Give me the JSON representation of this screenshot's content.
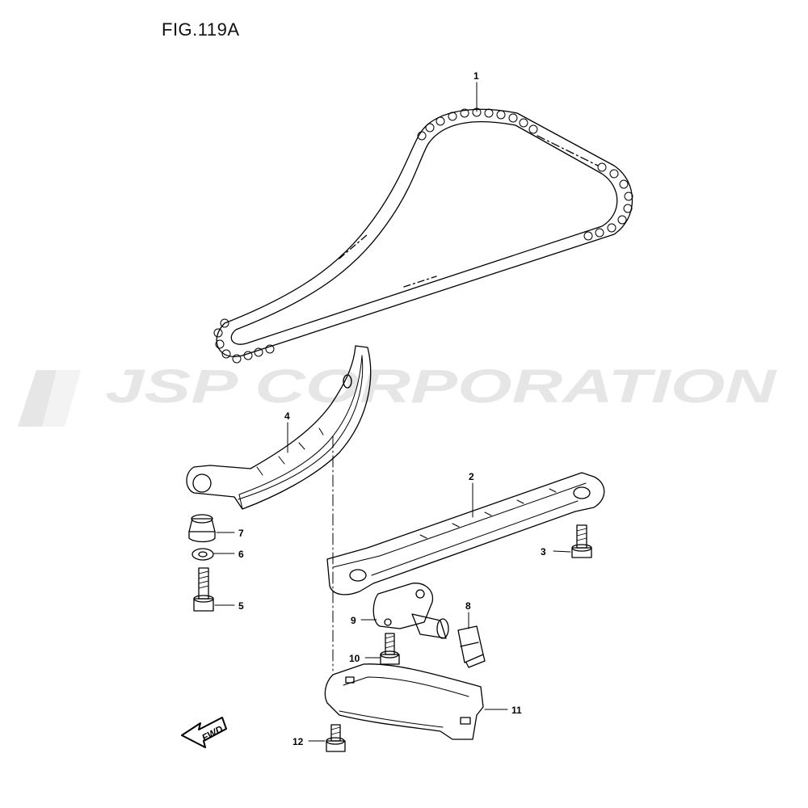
{
  "figure": {
    "title": "FIG.119A"
  },
  "watermark": {
    "text": "JSP CORPORATION",
    "color": "#e6e6e6"
  },
  "callouts": {
    "chain": "1",
    "guide_long": "2",
    "bolt_guide": "3",
    "guide_curved": "4",
    "bolt_long": "5",
    "washer": "6",
    "bushing": "7",
    "clip": "8",
    "tensioner": "9",
    "bolt_tensioner": "10",
    "cover_bracket": "11",
    "bolt_bracket": "12"
  },
  "direction_badge": {
    "text": "FWD",
    "icon": "arrow-icon"
  },
  "colors": {
    "line": "#000000",
    "background": "#ffffff"
  }
}
